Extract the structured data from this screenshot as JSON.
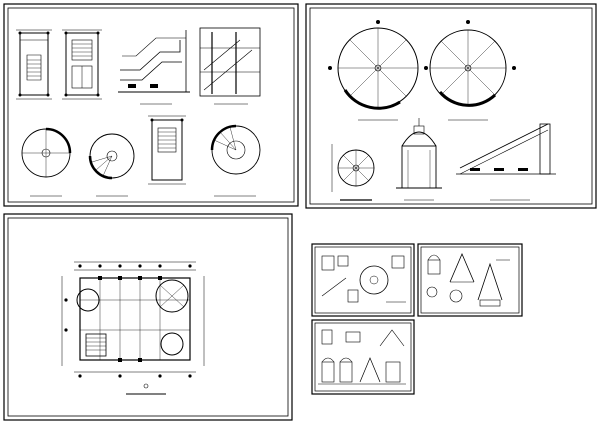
{
  "colors": {
    "background": "#ffffff",
    "ink": "#000000"
  },
  "sheets": [
    {
      "id": "stair-plans-sections",
      "position": "top-left",
      "drawings": [
        "stair-plan-1",
        "stair-plan-2",
        "stair-section-1",
        "stair-section-2",
        "spiral-plan-1",
        "spiral-plan-2",
        "stair-plan-3",
        "spiral-plan-3"
      ]
    },
    {
      "id": "circular-stair-dome",
      "position": "top-right",
      "drawings": [
        "circular-plan-large-1",
        "circular-plan-large-2",
        "spiral-plan-small",
        "dome-elevation",
        "ramp-section"
      ]
    },
    {
      "id": "floor-plan",
      "position": "bottom-left",
      "drawings": [
        "building-floor-plan"
      ]
    },
    {
      "id": "detail-sheet-1",
      "position": "bottom-right",
      "drawings": [
        "details"
      ]
    },
    {
      "id": "detail-sheet-2",
      "position": "bottom-right",
      "drawings": [
        "roof-details"
      ]
    },
    {
      "id": "detail-sheet-3",
      "position": "bottom-right",
      "drawings": [
        "elevation-details"
      ]
    }
  ]
}
